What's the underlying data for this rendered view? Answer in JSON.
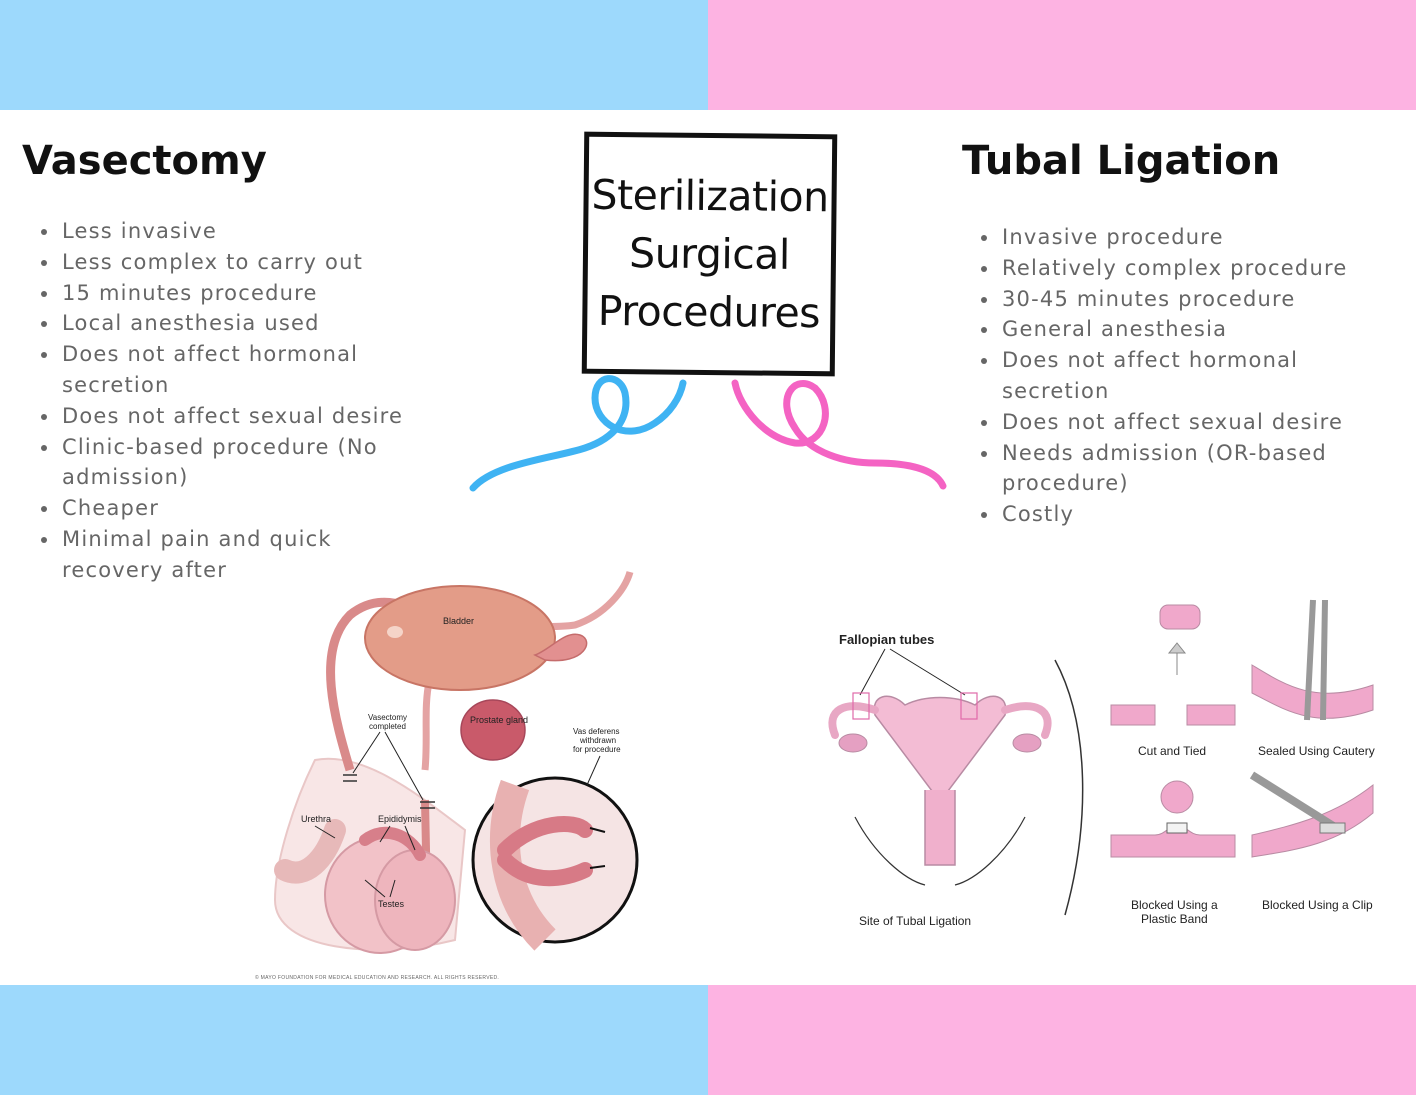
{
  "colors": {
    "male_blue": "#9dd9fc",
    "female_pink": "#fdb3e2",
    "ribbon_blue": "#3fb3f3",
    "ribbon_pink": "#f463c3"
  },
  "center_title": {
    "line1": "Sterilization",
    "line2": "Surgical",
    "line3": "Procedures"
  },
  "vasectomy": {
    "heading": "Vasectomy",
    "items": [
      "Less invasive",
      "Less complex to carry out",
      "15 minutes procedure",
      "Local anesthesia used",
      "Does not affect hormonal secretion",
      "Does not affect sexual desire",
      "Clinic-based procedure (No admission)",
      "Cheaper",
      "Minimal pain and quick recovery after"
    ]
  },
  "tubal": {
    "heading": "Tubal Ligation",
    "items": [
      "Invasive procedure",
      "Relatively complex procedure",
      "30-45 minutes procedure",
      "General anesthesia",
      "Does not affect hormonal secretion",
      "Does not affect sexual desire",
      "Needs admission (OR-based procedure)",
      "Costly"
    ]
  },
  "male_diagram": {
    "bladder": "Bladder",
    "prostate": "Prostate gland",
    "vasectomy_completed_1": "Vasectomy",
    "vasectomy_completed_2": "completed",
    "vas_1": "Vas deferens",
    "vas_2": "withdrawn",
    "vas_3": "for procedure",
    "urethra": "Urethra",
    "epididymis": "Epididymis",
    "testes": "Testes",
    "copyright": "© MAYO FOUNDATION FOR MEDICAL EDUCATION AND RESEARCH. ALL RIGHTS RESERVED."
  },
  "female_diagram": {
    "fallopian": "Fallopian tubes",
    "site": "Site of Tubal Ligation",
    "cut_tied": "Cut and Tied",
    "cautery": "Sealed Using Cautery",
    "band_1": "Blocked Using a",
    "band_2": "Plastic Band",
    "clip": "Blocked Using a Clip"
  }
}
